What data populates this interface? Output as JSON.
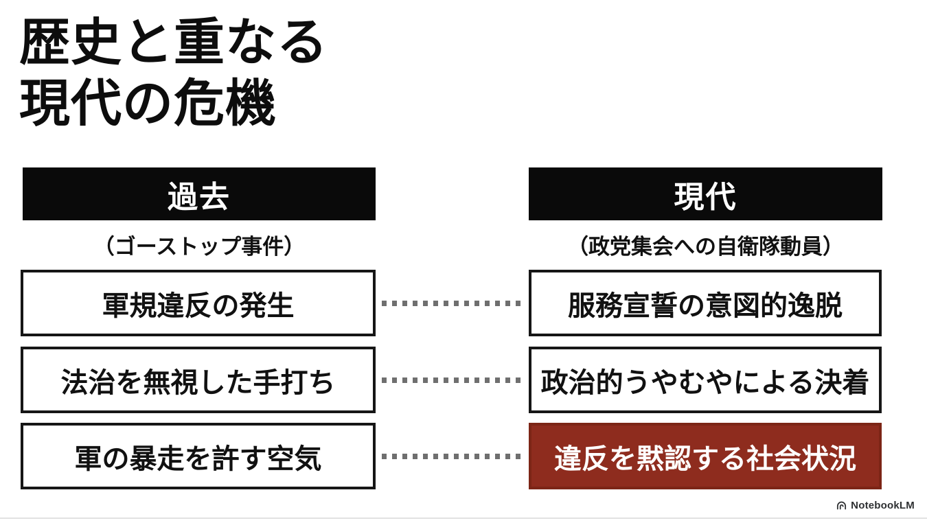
{
  "slide": {
    "title_lines": [
      "歴史と重なる",
      "現代の危機"
    ],
    "columns": [
      {
        "header": "過去",
        "subtitle": "（ゴーストップ事件）",
        "items": [
          {
            "label": "軍規違反の発生"
          },
          {
            "label": "法治を無視した手打ち"
          },
          {
            "label": "軍の暴走を許す空気"
          }
        ]
      },
      {
        "header": "現代",
        "subtitle": "（政党集会への自衛隊動員）",
        "items": [
          {
            "label": "服務宣誓の意図的逸脱"
          },
          {
            "label": "政治的うやむやによる決着"
          },
          {
            "label": "違反を黙認する社会状況"
          }
        ]
      }
    ],
    "footer": {
      "brand": "NotebookLM"
    }
  },
  "colors": {
    "header_bg": "#0a0a0a",
    "highlight_bg": "#8e2c1e",
    "highlight_border": "#7c2516",
    "connector": "#6f6f6f",
    "title_text": "#0d0d0d"
  }
}
